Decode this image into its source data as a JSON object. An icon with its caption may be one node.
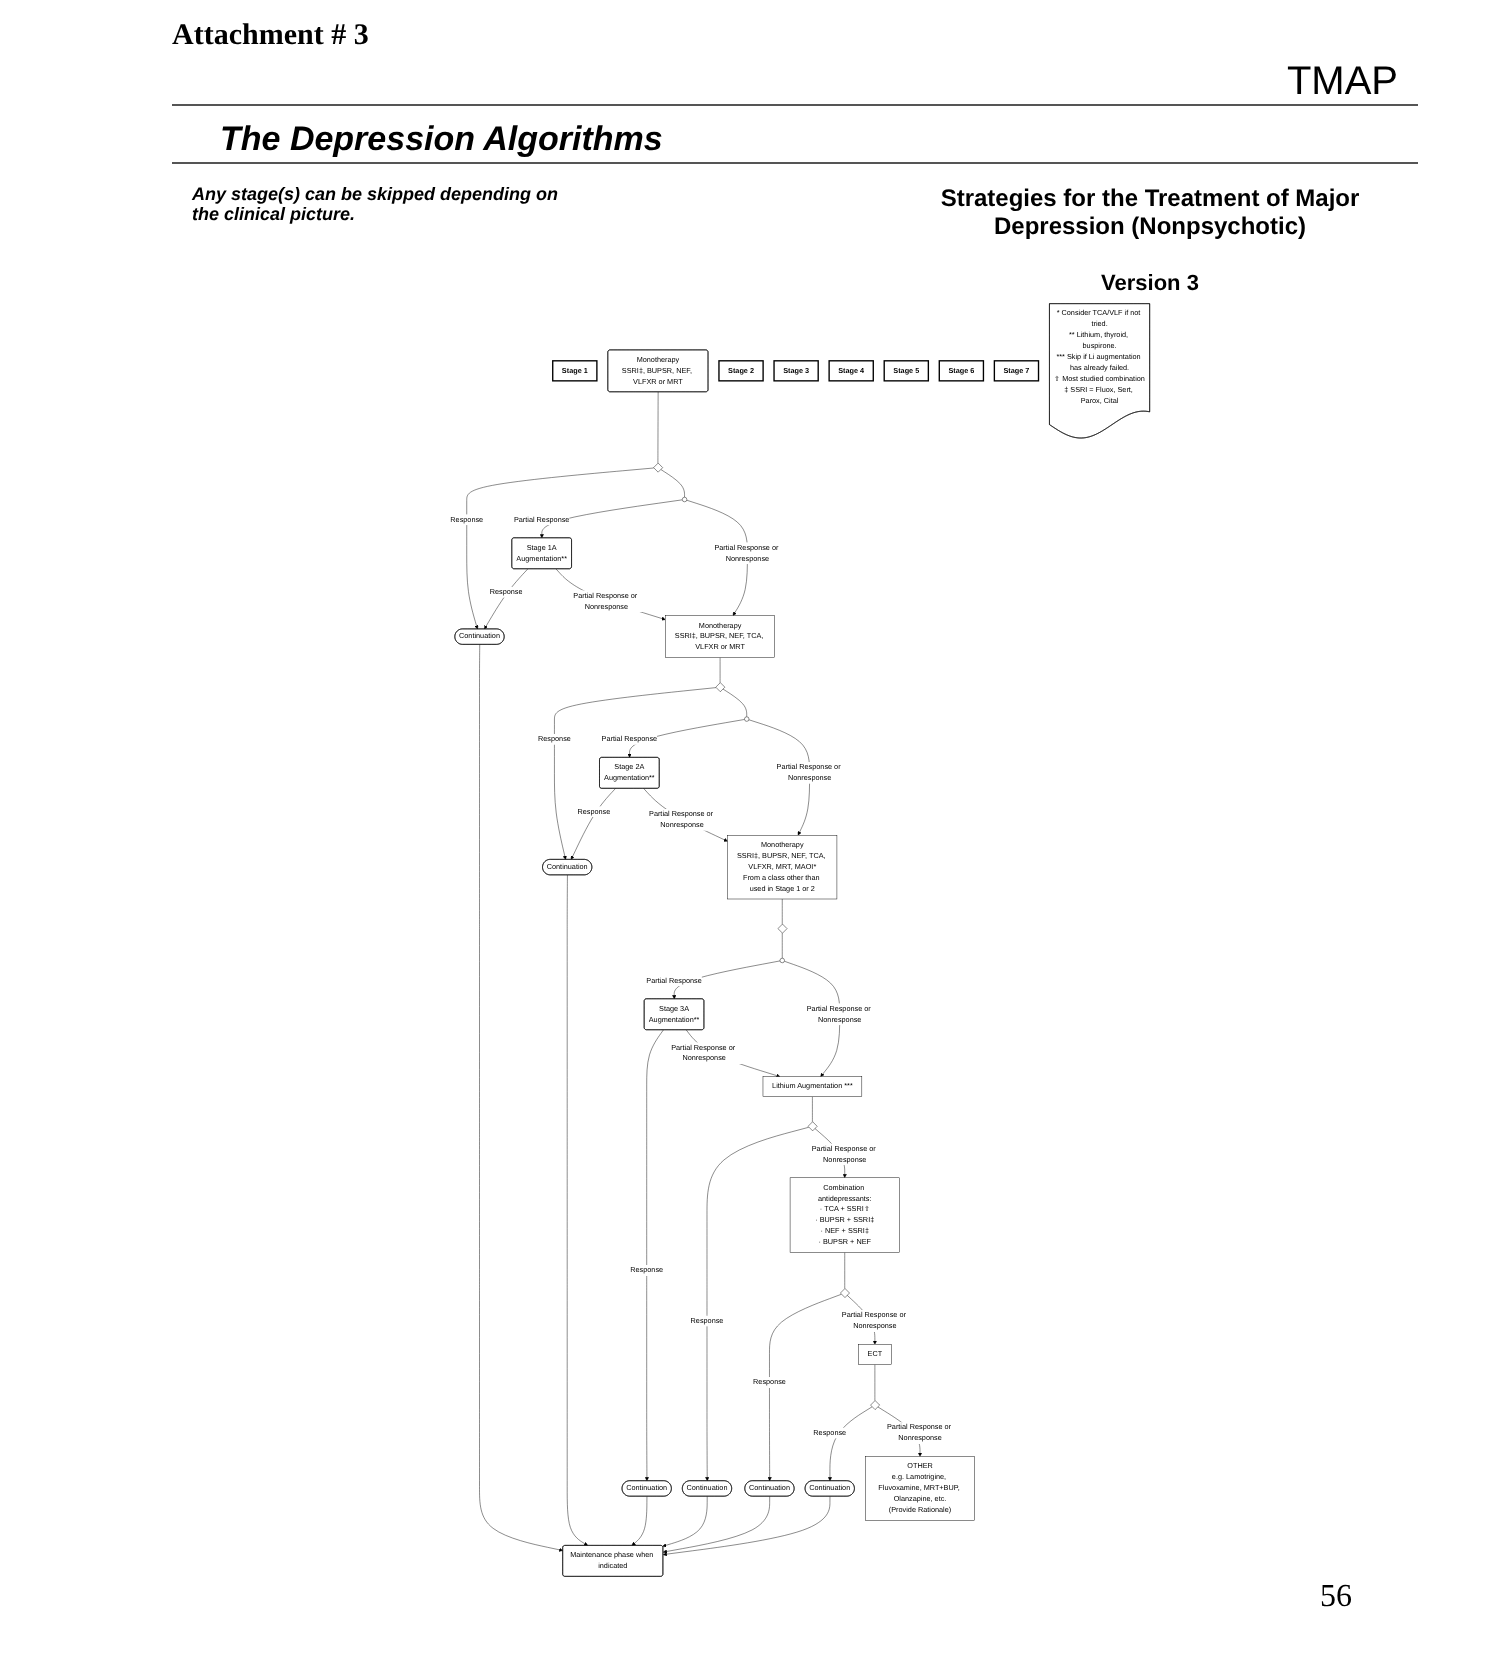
{
  "diagram": {
    "title": "The Depression Algorithms",
    "nodes": [
      {
        "text": [
          "Stage 1"
        ]
      },
      {
        "text": [
          "Monotherapy",
          "SSRI‡, BUPSR, NEF, VLFXR or MRT"
        ]
      },
      {
        "text": [],
        "shape": "diamond"
      },
      {
        "text": [],
        "shape": "circle"
      },
      {
        "text": [
          "Stage 1A",
          "Augmentation**"
        ]
      },
      {
        "text": [
          "Continuation"
        ]
      },
      {
        "text": [
          "Stage 2"
        ]
      },
      {
        "text": [
          "Monotherapy",
          "SSRI‡, BUPSR, NEF, TCA, VLFXR or MRT"
        ]
      },
      {
        "text": [],
        "shape": "diamond"
      },
      {
        "text": [],
        "shape": "circle"
      },
      {
        "text": [
          "Stage 2A",
          "Augmentation**"
        ]
      },
      {
        "text": [
          "Continuation"
        ]
      },
      {
        "text": [
          "Stage 3"
        ]
      },
      {
        "text": [
          "Monotherapy",
          "SSRI‡, BUPSR, NEF, TCA, VLFXR, MRT, MAOI*",
          "From a class other than used in Stage 1 or 2"
        ]
      },
      {
        "text": [],
        "shape": "diamond"
      },
      {
        "text": [],
        "shape": "circle"
      },
      {
        "text": [
          "Stage 3A",
          "Augmentation**"
        ]
      },
      {
        "text": [
          "Continuation"
        ]
      },
      {
        "text": [
          "Stage 4"
        ]
      },
      {
        "text": [
          "Lithium Augmentation ***"
        ]
      },
      {
        "text": [],
        "shape": "diamond"
      },
      {
        "text": [
          "Continuation"
        ]
      },
      {
        "text": [
          "Stage 5"
        ]
      },
      {
        "text": [
          "Combination antidepressants:",
          "· TCA + SSRI⇧",
          "· BUPSR + SSRI‡",
          "· NEF + SSRI‡",
          "· BUPSR + NEF"
        ]
      },
      {
        "text": [],
        "shape": "diamond"
      },
      {
        "text": [
          "Continuation"
        ]
      },
      {
        "text": [
          "Stage 6"
        ]
      },
      {
        "text": [
          "ECT"
        ]
      },
      {
        "text": [],
        "shape": "diamond"
      },
      {
        "text": [
          "Continuation"
        ]
      },
      {
        "text": [
          "Stage 7"
        ]
      },
      {
        "text": [
          "OTHER",
          "e.g. Lamotrigine, Fluvoxamine, MRT+BUP, Olanzapine, etc.",
          "(Provide Rationale)"
        ]
      },
      {
        "text": [
          "* Consider TCA/VLF if not tried.",
          "** Lithium, thyroid, buspirone.",
          "*** Skip if Li augmentation has already failed.",
          "⇧ Most studied combination",
          "‡ SSRI = Fluox, Sert, Parox, Cital"
        ]
      },
      {
        "text": [
          "Maintenance phase when indicated"
        ]
      }
    ],
    "edges": [
      {
        "from": 1,
        "to": 2,
        "arrow": "none"
      },
      {
        "from": 2,
        "to": 5,
        "arrow": "to",
        "label": "Response"
      },
      {
        "from": 2,
        "to": 3,
        "arrow": "none"
      },
      {
        "from": 3,
        "to": 4,
        "arrow": "to",
        "label": "Partial Response"
      },
      {
        "from": 4,
        "to": 5,
        "arrow": "to",
        "label": "Response"
      },
      {
        "from": 3,
        "to": 7,
        "arrow": "to",
        "label": "Partial Response or Nonresponse"
      },
      {
        "from": 4,
        "to": 7,
        "arrow": "to",
        "label": "Partial Response or Nonresponse"
      },
      {
        "from": 7,
        "to": 8,
        "arrow": "none"
      },
      {
        "from": 8,
        "to": 11,
        "arrow": "to",
        "label": "Response"
      },
      {
        "from": 8,
        "to": 9,
        "arrow": "none"
      },
      {
        "from": 9,
        "to": 10,
        "arrow": "to",
        "label": "Partial Response"
      },
      {
        "from": 10,
        "to": 11,
        "arrow": "to",
        "label": "Response"
      },
      {
        "from": 9,
        "to": 13,
        "arrow": "to",
        "label": "Partial Response or Nonresponse"
      },
      {
        "from": 10,
        "to": 13,
        "arrow": "to",
        "label": "Partial Response or Nonresponse"
      },
      {
        "from": 13,
        "to": 14,
        "arrow": "none"
      },
      {
        "from": 14,
        "to": 15,
        "arrow": "none"
      },
      {
        "from": 15,
        "to": 16,
        "arrow": "to",
        "label": "Partial Response"
      },
      {
        "from": 16,
        "to": 17,
        "arrow": "to",
        "label": "Response"
      },
      {
        "from": 15,
        "to": 19,
        "arrow": "to",
        "label": "Partial Response or Nonresponse"
      },
      {
        "from": 16,
        "to": 19,
        "arrow": "to",
        "label": "Partial Response or Nonresponse"
      },
      {
        "from": 19,
        "to": 20,
        "arrow": "none"
      },
      {
        "from": 20,
        "to": 21,
        "arrow": "to",
        "label": "Response"
      },
      {
        "from": 20,
        "to": 23,
        "arrow": "to",
        "label": "Partial Response or Nonresponse"
      },
      {
        "from": 23,
        "to": 24,
        "arrow": "none"
      },
      {
        "from": 24,
        "to": 25,
        "arrow": "to",
        "label": "Response"
      },
      {
        "from": 24,
        "to": 27,
        "arrow": "to",
        "label": "Partial Response or Nonresponse"
      },
      {
        "from": 27,
        "to": 28,
        "arrow": "none"
      },
      {
        "from": 28,
        "to": 29,
        "arrow": "to",
        "label": "Response"
      },
      {
        "from": 28,
        "to": 31,
        "arrow": "to",
        "label": "Partial Response or Nonresponse"
      },
      {
        "from": 5,
        "to": 33,
        "arrow": "to"
      },
      {
        "from": 11,
        "to": 33,
        "arrow": "to"
      },
      {
        "from": 17,
        "to": 33,
        "arrow": "to"
      },
      {
        "from": 21,
        "to": 33,
        "arrow": "to"
      },
      {
        "from": 25,
        "to": 33,
        "arrow": "to"
      },
      {
        "from": 29,
        "to": 33,
        "arrow": "to"
      }
    ],
    "labels": [
      "Attachment # 3",
      "TMAP",
      "Strategies for the Treatment of Major Depression (Nonpsychotic)",
      "Version 3",
      "Any stage(s) can be skipped depending on the clinical picture.",
      "56"
    ]
  }
}
